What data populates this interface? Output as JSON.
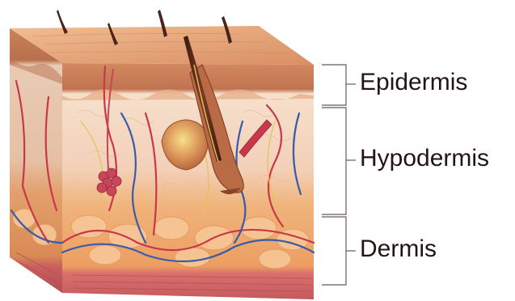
{
  "diagram": {
    "labels": {
      "epidermis": "Epidermis",
      "hypodermis": "Hypodermis",
      "dermis": "Dermis"
    },
    "colors": {
      "skin_surface": "#e6a878",
      "epidermis_band": "#c8805a",
      "hypodermis_tissue": "#f3d2bc",
      "fat_layer": "#f1b27a",
      "muscle_layer": "#d66a6a",
      "hair": "#4a2418",
      "artery": "#c8374a",
      "vein": "#3a5ba8",
      "nerve": "#e8c05a",
      "bracket_line": "#6b5a5a",
      "label_text": "#231416"
    }
  }
}
